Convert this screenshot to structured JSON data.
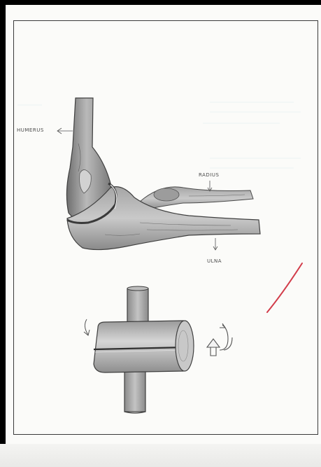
{
  "labels": {
    "humerus": "HUMERUS",
    "radius": "RADIUS",
    "ulna": "ULNA"
  },
  "colors": {
    "paper": "#fbfbf9",
    "pencil": "#3f3f3f",
    "shade": "#8c8c8c",
    "red_mark": "#d23c4a"
  }
}
